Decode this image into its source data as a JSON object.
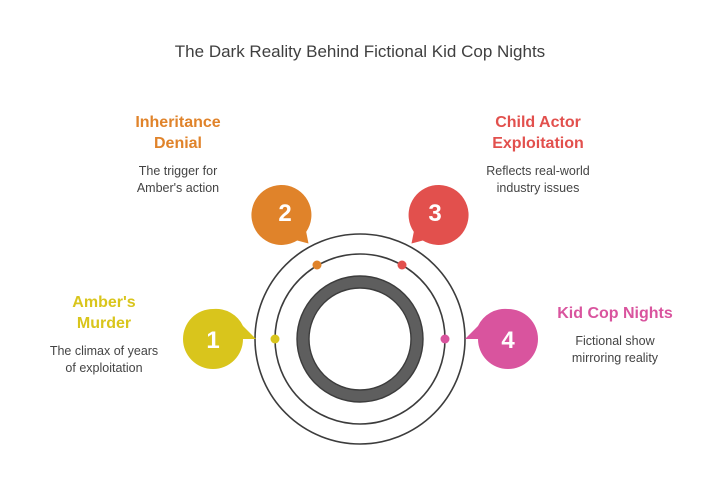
{
  "title": "The Dark Reality Behind Fictional Kid Cop Nights",
  "colors": {
    "step1": "#d9c51c",
    "step2": "#e0832a",
    "step3": "#e2504d",
    "step4": "#d9549e",
    "ring_outer": "#3c3c3c",
    "core_ring": "#5e5e5e"
  },
  "steps": [
    {
      "number": "1",
      "label_line1": "Amber's",
      "label_line2": "Murder",
      "desc_line1": "The climax of years",
      "desc_line2": "of exploitation"
    },
    {
      "number": "2",
      "label_line1": "Inheritance",
      "label_line2": "Denial",
      "desc_line1": "The trigger for",
      "desc_line2": "Amber's action"
    },
    {
      "number": "3",
      "label_line1": "Child Actor",
      "label_line2": "Exploitation",
      "desc_line1": "Reflects real-world",
      "desc_line2": "industry issues"
    },
    {
      "number": "4",
      "label_line1": "Kid Cop Nights",
      "label_line2": "",
      "desc_line1": "Fictional show",
      "desc_line2": "mirroring reality"
    }
  ]
}
